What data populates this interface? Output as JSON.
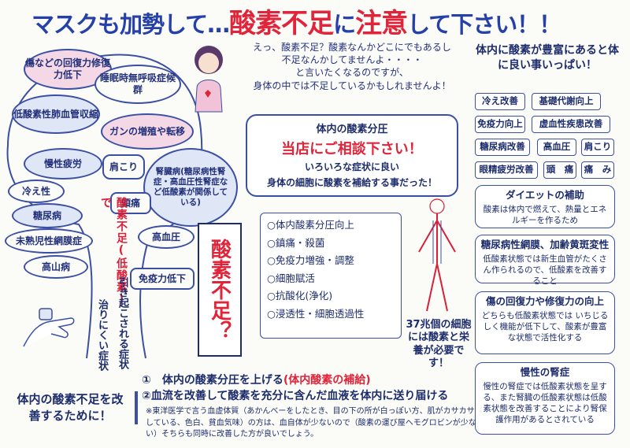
{
  "title": {
    "part1": "マスクも加勢して…",
    "part2": "酸素不足",
    "part3": "に",
    "part4": "注意",
    "part5": "して下さい！！"
  },
  "bubbles": [
    "傷などの回復力修復力低下",
    "睡眠時無呼吸症候群",
    "低酸素性肺血管収縮",
    "ガンの増殖や転移",
    "慢性疲労",
    "肩こり",
    "腎臓病(糖尿病性腎症・高血圧性腎症など低酸素が関係している)",
    "冷え性",
    "頭痛",
    "糖尿病",
    "未熟児性網膜症",
    "高血圧",
    "高山病",
    "免疫力低下"
  ],
  "trunk": {
    "red": "酸素不足(低酸素)で",
    "blue1": "引き起こされる症状",
    "blue2": "治りにくい症状"
  },
  "sign": "酸素不足？",
  "intro": {
    "lines": [
      "えっ、酸素不足？酸素なんかどこにでもあるし",
      "不足なんかしてませんよ・・・・",
      "と言いたくなるのですが、",
      "身体の中では不足しているかもしれませんよ！"
    ]
  },
  "consult": {
    "h1": "体内の酸素分圧",
    "h2": "当店にご相談下さい！",
    "h3a": "いろいろな症状に良い",
    "h3b": "身体の細胞に酸素を補給する事だった！"
  },
  "benefits": [
    "○体内酸素分圧向上",
    "○鎮痛・殺菌",
    "○免疫力増強・調整",
    "○細胞賦活",
    "○抗酸化(浄化)",
    "○浸透性・細胞透過性"
  ],
  "cells": "37兆個の細胞には酸素と栄養が必要です！",
  "bottom_left": "体内の酸素不足を改善するために！",
  "steps": {
    "s1a": "①　体内の酸素分圧を上げる",
    "s1b": "(体内酸素の補給)",
    "s2": "②血流を改善して酸素を充分に含んだ血液を体内に送り届ける"
  },
  "note": "※東洋医学で言う血虚体質（あかんべーをしたとき、目の下の所が白っぽい方、肌がカサカサしている、色白、貧血気味）の方は、血自体が少ないので（酸素の運び屋ヘモグロビンが少ない）そちらも同時に改善した方が良いでしょう。",
  "right": {
    "head": "体内に酸素が豊富にあると体に良い事いっぱい！",
    "tags": [
      "冷え改善",
      "基礎代謝向上",
      "免疫力向上",
      "虚血性疾患改善",
      "糖尿病改善",
      "高血圧",
      "肩こり",
      "眼精疲労改善",
      "頭　痛",
      "痛　み"
    ],
    "boxes": [
      {
        "t": "ダイエットの補助",
        "b": "酸素は体内で燃えて、熱量とエネルギーを作るため"
      },
      {
        "t": "糖尿病性網膜、加齢黄斑変性",
        "b": "低酸素状態では新生血管がたくさん作られるので、低酸素を改善すること"
      },
      {
        "t": "傷の回復力や修復力の向上",
        "b": "どちらも低酸素状態では いちじるしく機能が低下して、酸素が豊富な状態で活性化する"
      },
      {
        "t": "慢性の腎症",
        "b": "慢性の腎症では低酸素状態を呈する、また腎臓の低酸素状態は低酸素状態を改善することにより腎保護作用があるとされている"
      }
    ]
  },
  "colors": {
    "navy": "#1d2d6b",
    "red": "#e0243a",
    "pink": "#f2dce8",
    "blue": "#dfe6f6"
  }
}
